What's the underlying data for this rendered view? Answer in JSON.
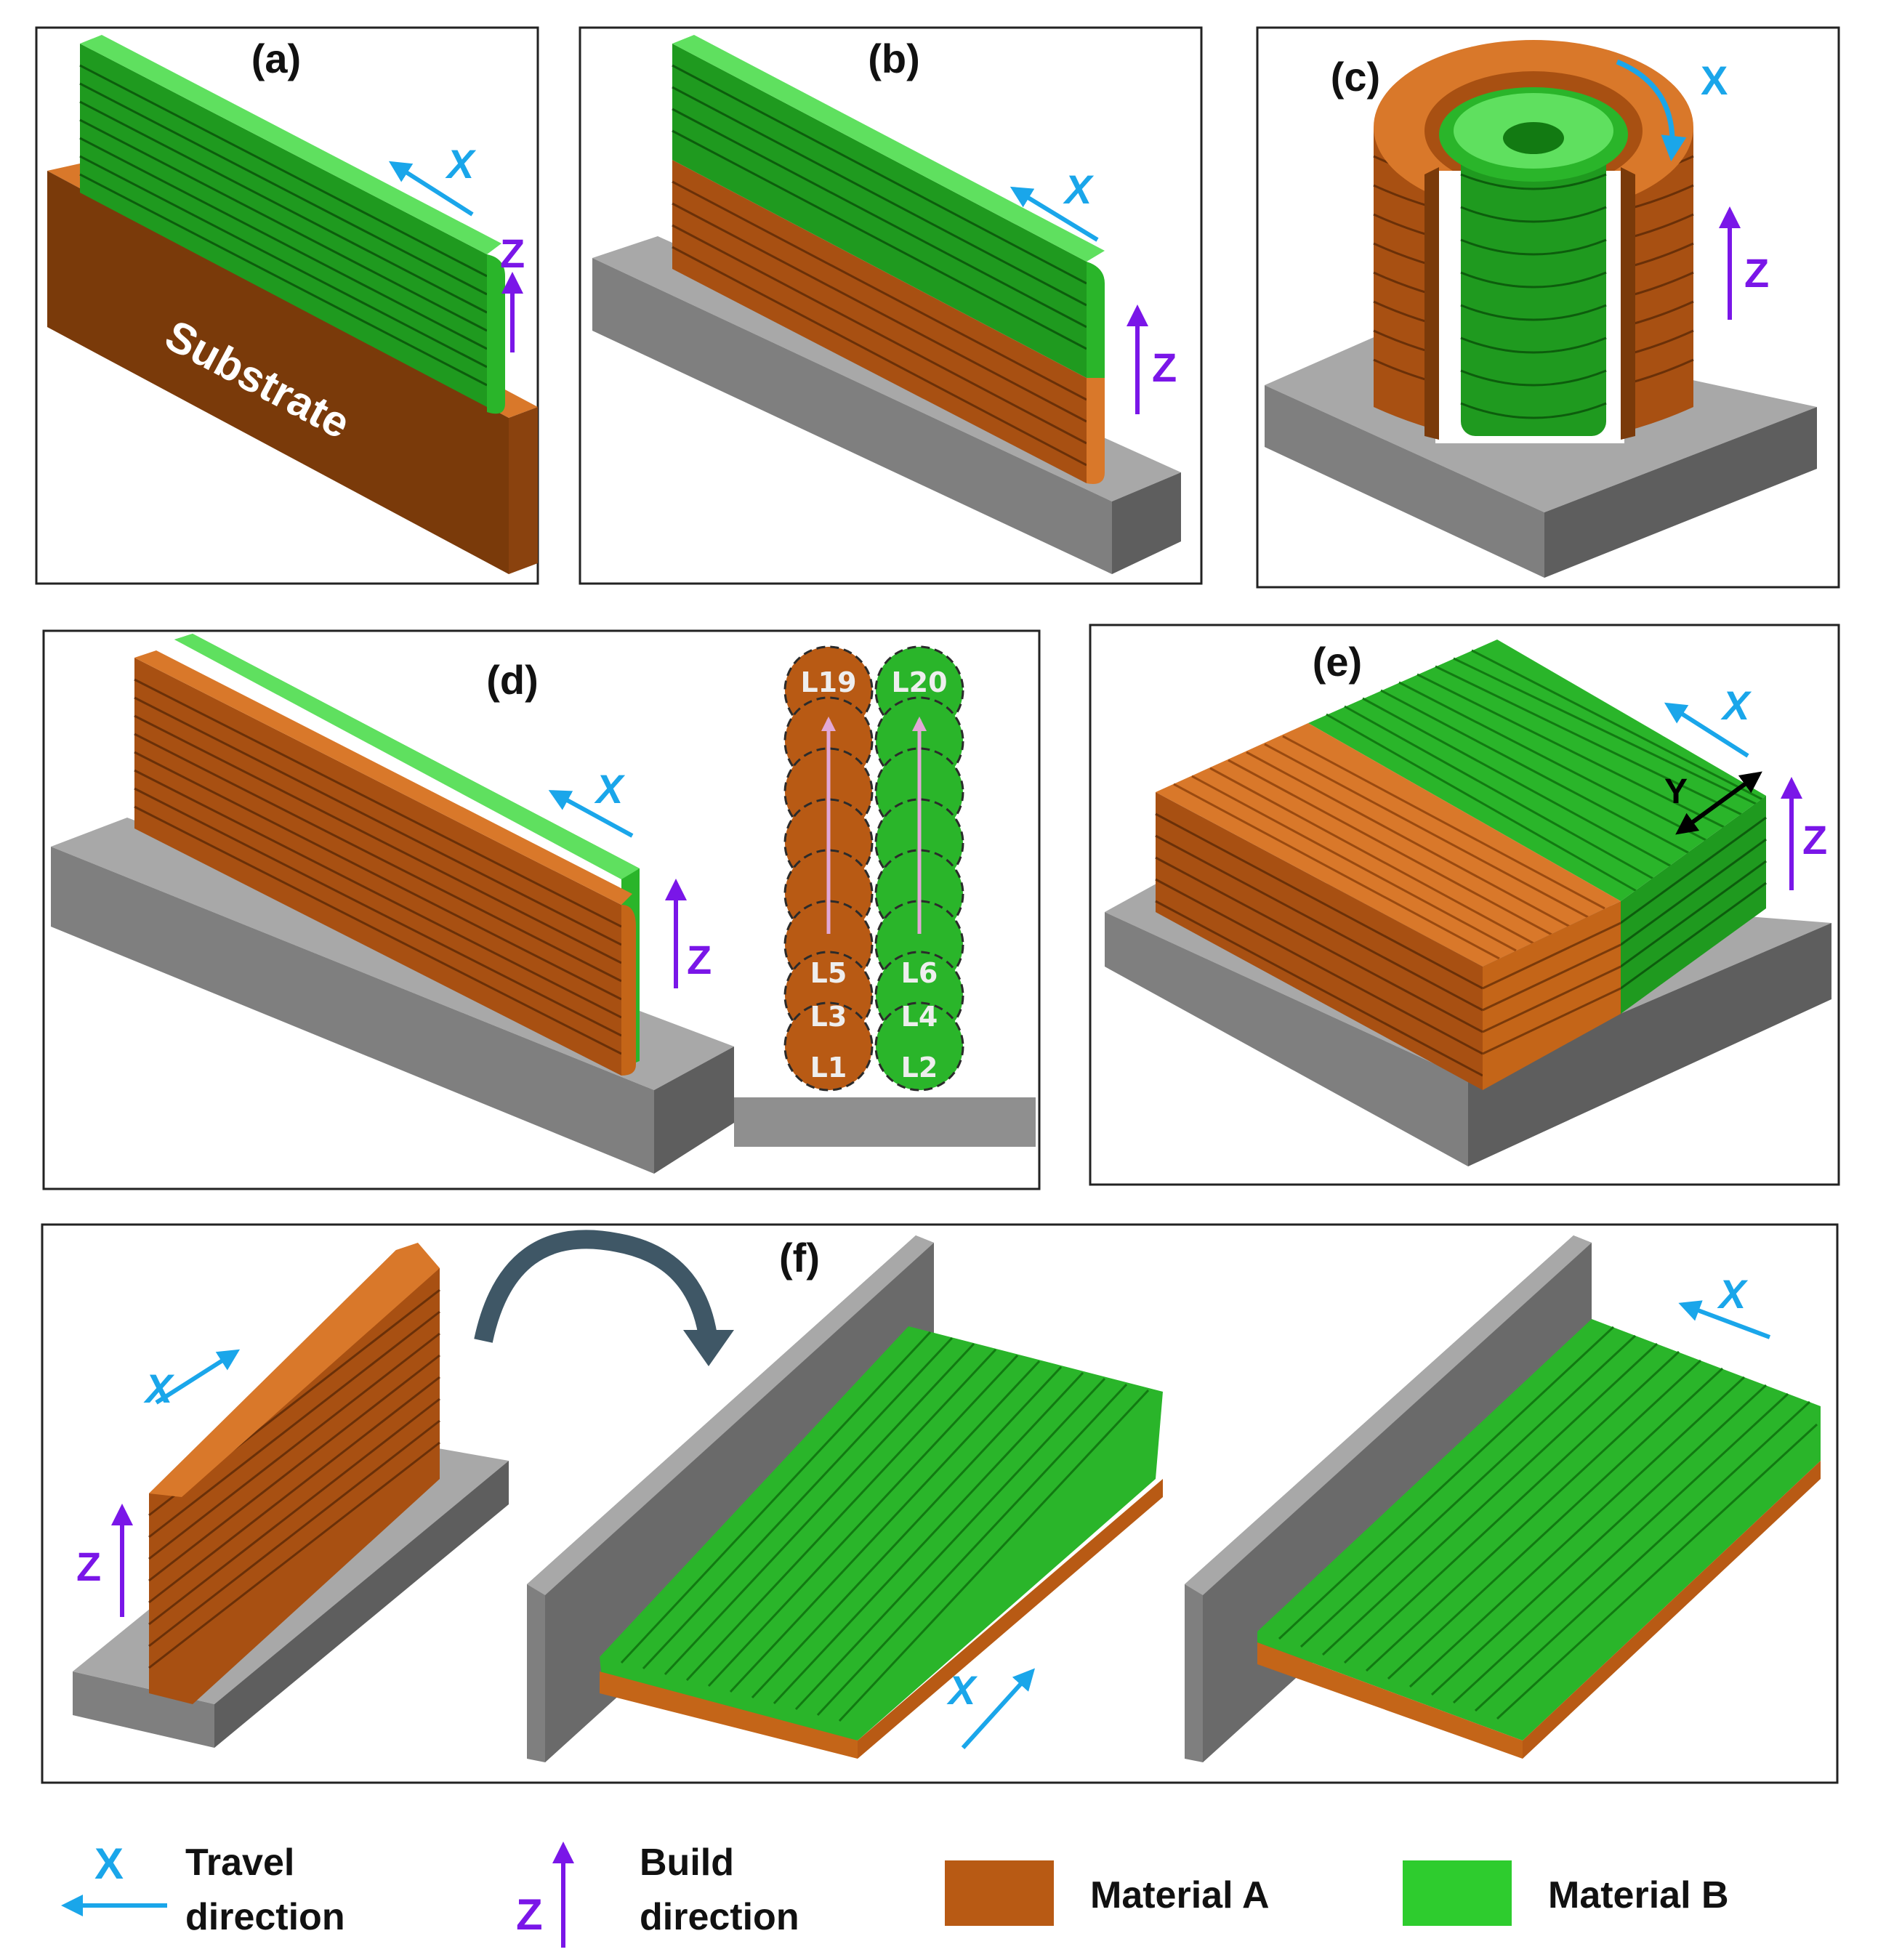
{
  "colors": {
    "material_a": "#b85a14",
    "material_a_light": "#d9782a",
    "material_a_dark": "#7a3a0a",
    "material_b": "#2ab52a",
    "material_b_light": "#5fe05f",
    "material_b_dark": "#127a12",
    "substrate_grey": "#7f7f7f",
    "travel_arrow": "#1aa6ea",
    "build_arrow": "#7a16e8",
    "layer_arrow": "#e2a8d6"
  },
  "panels": {
    "a": {
      "label": "(a)",
      "substrate_text": "Substrate",
      "x_label": "X",
      "z_label": "Z"
    },
    "b": {
      "label": "(b)",
      "x_label": "X",
      "z_label": "Z"
    },
    "c": {
      "label": "(c)",
      "x_label": "X",
      "z_label": "Z"
    },
    "d": {
      "label": "(d)",
      "x_label": "X",
      "z_label": "Z",
      "layers": [
        "L19",
        "L20",
        "L5",
        "L6",
        "L3",
        "L4",
        "L1",
        "L2"
      ]
    },
    "e": {
      "label": "(e)",
      "x_label": "X",
      "y_label": "Y",
      "z_label": "Z"
    },
    "f": {
      "label": "(f)",
      "x_label": "X",
      "z_label": "Z"
    }
  },
  "legend": {
    "travel_symbol": "X",
    "travel_line1": "Travel",
    "travel_line2": "direction",
    "build_symbol": "Z",
    "build_line1": "Build",
    "build_line2": "direction",
    "material_a": "Material A",
    "material_b": "Material B"
  }
}
